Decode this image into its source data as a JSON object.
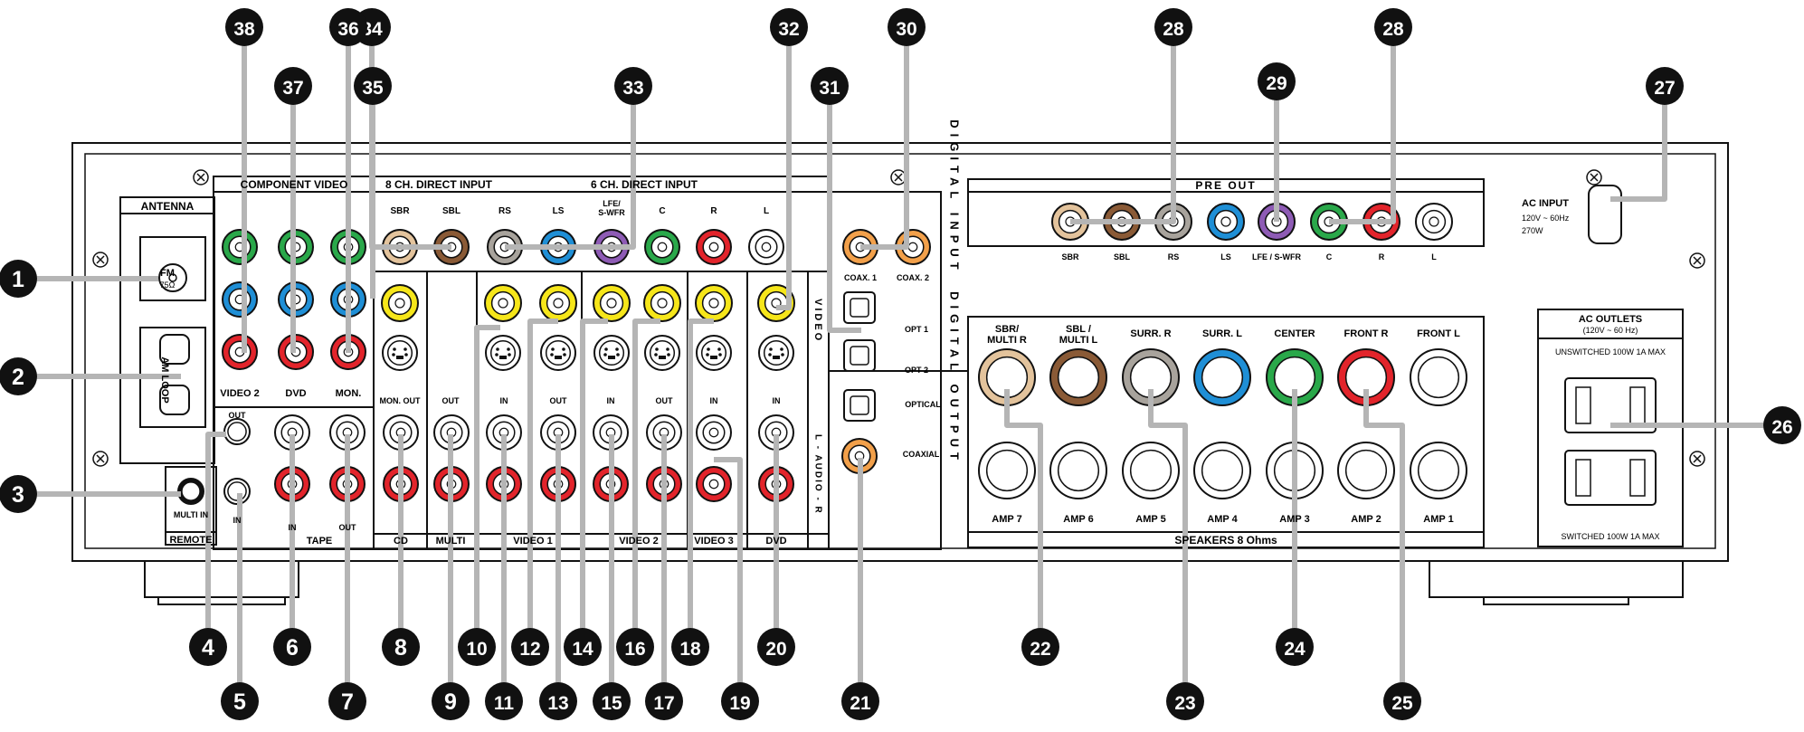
{
  "sections": {
    "antenna": "ANTENNA",
    "fm": "FM",
    "fm_ohm": "75Ω",
    "am_loop": "AM LOOP",
    "component_video": "COMPONENT VIDEO",
    "direct_8ch": "8 CH. DIRECT INPUT",
    "direct_6ch": "6 CH. DIRECT INPUT",
    "remote": "REMOTE",
    "multi_in": "MULTI IN",
    "remote_out": "OUT",
    "remote_in": "IN",
    "digital_input": "DIGITAL INPUT",
    "digital_output": "DIGITAL OUTPUT",
    "video_vertical": "VIDEO",
    "l_audio_r": "L - AUDIO - R",
    "pre_out": "PRE OUT",
    "ac_input": "AC INPUT",
    "ac_input_spec1": "120V ~ 60Hz",
    "ac_input_spec2": "270W",
    "ac_outlets": "AC OUTLETS",
    "ac_outlets_spec": "(120V ~ 60 Hz)",
    "unswitched": "UNSWITCHED 100W 1A MAX",
    "switched": "SWITCHED 100W 1A MAX",
    "speakers": "SPEAKERS  8  Ohms"
  },
  "component_video_labels": [
    "VIDEO 2",
    "DVD",
    "MON."
  ],
  "direct_input_labels": [
    "SBR",
    "SBL",
    "RS",
    "LS",
    "LFE/ S-WFR",
    "C",
    "R",
    "L"
  ],
  "mon_out": "MON. OUT",
  "jack_column_labels": [
    "OUT",
    "IN",
    "OUT",
    "IN",
    "OUT",
    "IN",
    "IN"
  ],
  "group_labels": [
    "TAPE",
    "CD",
    "MULTI",
    "VIDEO 1",
    "VIDEO 2",
    "VIDEO 3",
    "DVD"
  ],
  "tape_sub": [
    "IN",
    "OUT"
  ],
  "digital_labels": {
    "coax1": "COAX. 1",
    "coax2": "COAX. 2",
    "opt1": "OPT 1",
    "opt2": "OPT 2",
    "optical": "OPTICAL",
    "coaxial": "COAXIAL"
  },
  "preout_labels": [
    "SBR",
    "SBL",
    "RS",
    "LS",
    "LFE / S-WFR",
    "C",
    "R",
    "L"
  ],
  "speaker_top_labels": [
    "SBR/ MULTI R",
    "SBL / MULTI L",
    "SURR. R",
    "SURR. L",
    "CENTER",
    "FRONT R",
    "FRONT L"
  ],
  "speaker_amp_labels": [
    "AMP 7",
    "AMP 6",
    "AMP 5",
    "AMP 4",
    "AMP 3",
    "AMP 2",
    "AMP 1"
  ],
  "callouts": [
    "1",
    "2",
    "3",
    "4",
    "5",
    "6",
    "7",
    "8",
    "9",
    "10",
    "11",
    "12",
    "13",
    "14",
    "15",
    "16",
    "17",
    "18",
    "19",
    "20",
    "21",
    "22",
    "23",
    "24",
    "25",
    "26",
    "27",
    "28",
    "28",
    "29",
    "30",
    "31",
    "32",
    "33",
    "34",
    "35",
    "36",
    "37",
    "38"
  ],
  "colors": {
    "green": "#2aa84a",
    "blue": "#1f8fd6",
    "red": "#e2242b",
    "yellow": "#f6e61a",
    "tan": "#e3c39c",
    "brown": "#8a5a36",
    "gray": "#a8a39c",
    "purple": "#8e5bb5",
    "orange": "#f2a04a",
    "white": "#ffffff",
    "black": "#111111"
  }
}
